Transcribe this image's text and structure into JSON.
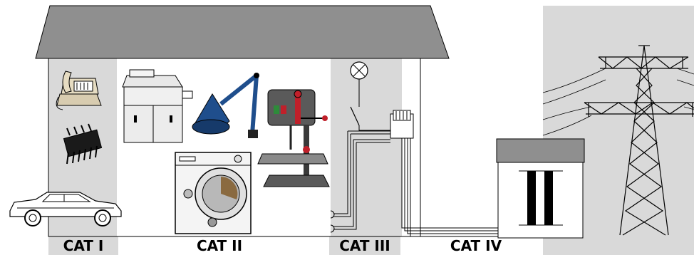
{
  "categories": [
    {
      "id": "cat1",
      "label": "CAT I"
    },
    {
      "id": "cat2",
      "label": "CAT II"
    },
    {
      "id": "cat3",
      "label": "CAT III"
    },
    {
      "id": "cat4",
      "label": "CAT IV"
    }
  ],
  "zones": {
    "cat1": {
      "color": "#d9d9d9",
      "devices": [
        "telephone-icon",
        "ic-chip-icon",
        "car-icon"
      ]
    },
    "cat2": {
      "color": "#ffffff",
      "devices": [
        "photocopier-icon",
        "desk-lamp-icon",
        "drill-press-icon",
        "washing-machine-icon"
      ]
    },
    "cat3": {
      "color": "#d9d9d9",
      "devices": [
        "ceiling-lamp-icon",
        "wall-switch-icon",
        "distribution-panel-icon",
        "outlet-icon"
      ]
    },
    "cat4": {
      "color": "#d9d9d9",
      "devices": [
        "transformer-house-icon",
        "transmission-tower-icon"
      ]
    }
  },
  "colors": {
    "roof": "#8f8f8f",
    "outline": "#000000",
    "shade": "#d9d9d9",
    "lamp_blue": "#1f4e8c",
    "drill_red": "#c0202a"
  }
}
